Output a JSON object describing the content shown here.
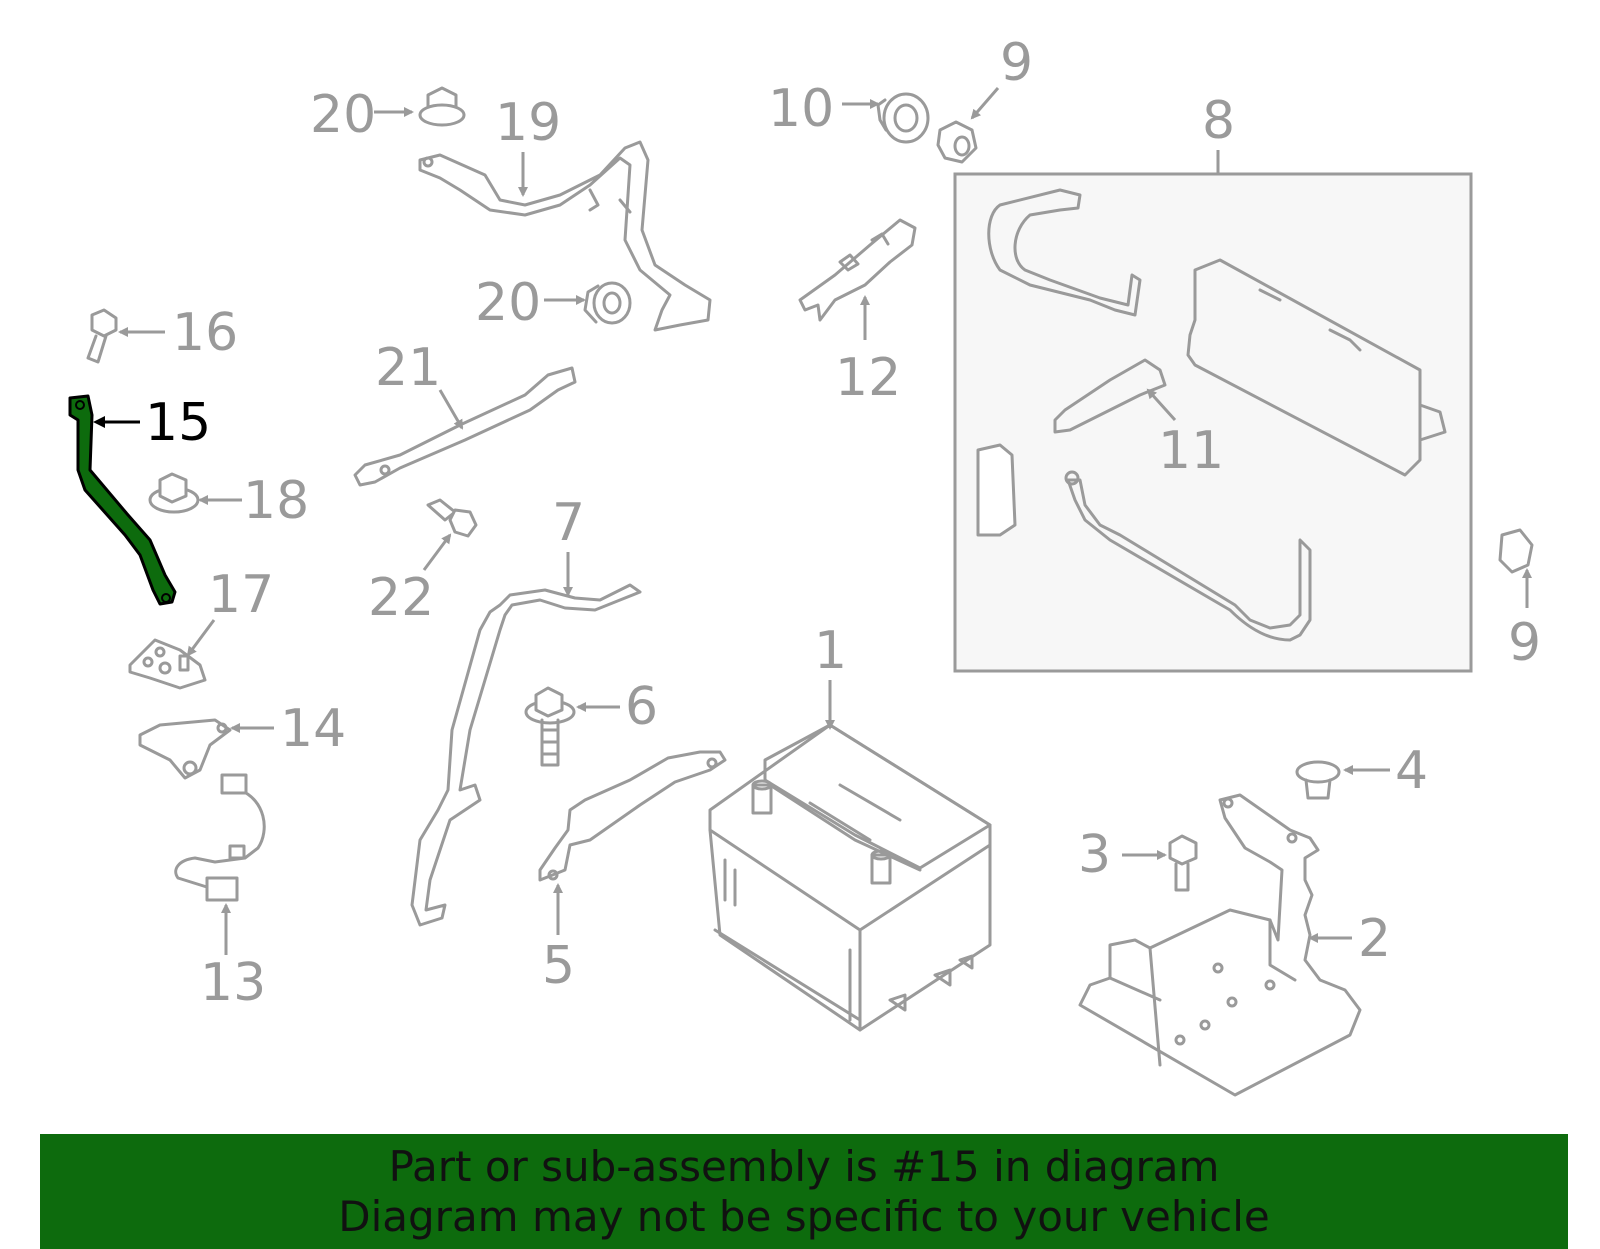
{
  "diagram": {
    "highlight_color": "#0d6b0d",
    "line_color": "#9a9a9a",
    "active_callout_color": "#000000",
    "box_fill": "#f7f7f7",
    "callouts": {
      "c1": "1",
      "c2": "2",
      "c3": "3",
      "c4": "4",
      "c5": "5",
      "c6": "6",
      "c7": "7",
      "c8": "8",
      "c9a": "9",
      "c9b": "9",
      "c10": "10",
      "c11": "11",
      "c12": "12",
      "c13": "13",
      "c14": "14",
      "c15": "15",
      "c16": "16",
      "c17": "17",
      "c18": "18",
      "c19": "19",
      "c20a": "20",
      "c20b": "20",
      "c21": "21",
      "c22": "22"
    }
  },
  "banner": {
    "line1": "Part or sub-assembly is #15 in diagram",
    "line2": "Diagram may not be specific to your vehicle"
  }
}
